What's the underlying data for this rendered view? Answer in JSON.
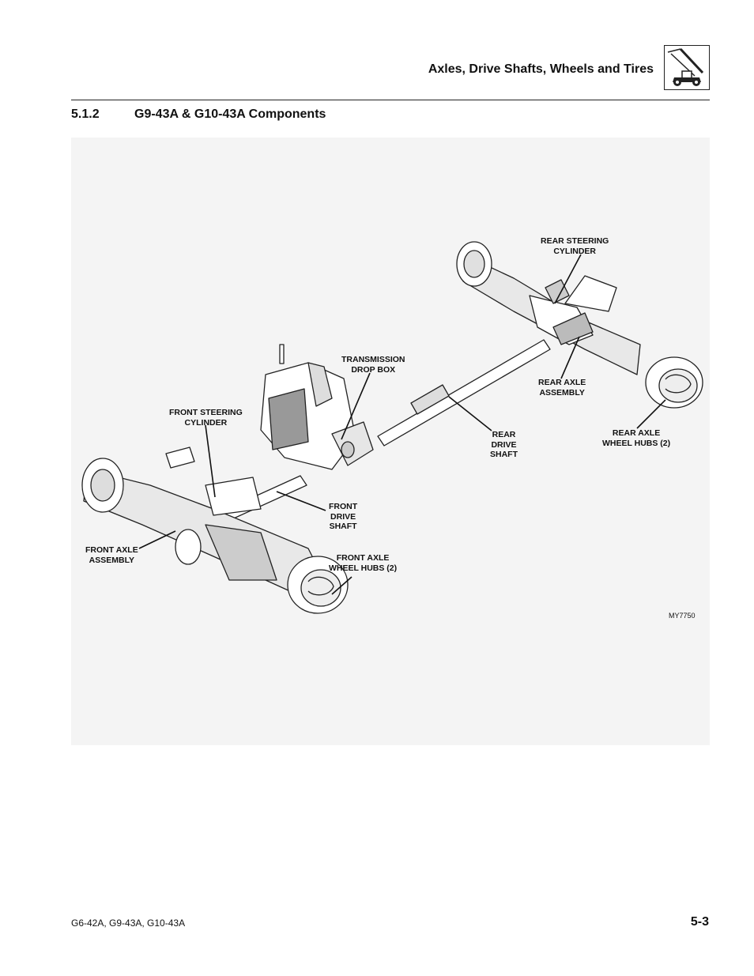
{
  "header": {
    "title": "Axles, Drive Shafts, Wheels and Tires",
    "icon": "telehandler-icon"
  },
  "section": {
    "number": "5.1.2",
    "title": "G9-43A & G10-43A Components"
  },
  "figure": {
    "id": "MY7750",
    "callouts": {
      "rear_steering_cylinder": "REAR STEERING\nCYLINDER",
      "transmission_drop_box": "TRANSMISSION\nDROP BOX",
      "rear_axle_assembly": "REAR AXLE\nASSEMBLY",
      "front_steering_cylinder": "FRONT STEERING\nCYLINDER",
      "rear_drive_shaft": "REAR\nDRIVE\nSHAFT",
      "rear_axle_wheel_hubs": "REAR AXLE\nWHEEL HUBS (2)",
      "front_drive_shaft": "FRONT\nDRIVE\nSHAFT",
      "front_axle_assembly": "FRONT AXLE\nASSEMBLY",
      "front_axle_wheel_hubs": "FRONT AXLE\nWHEEL HUBS (2)"
    }
  },
  "footer": {
    "models": "G6-42A, G9-43A, G10-43A",
    "page": "5-3"
  }
}
